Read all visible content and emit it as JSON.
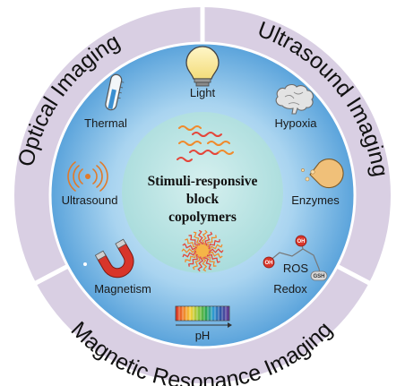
{
  "ring": {
    "optical": "Optical Imaging",
    "ultrasound": "Ultrasound Imaging",
    "mri": "Magnetic Resonance Imaging"
  },
  "center": {
    "line1": "Stimuli-responsive",
    "line2": "block",
    "line3": "copolymers"
  },
  "stimuli": {
    "light": "Light",
    "thermal": "Thermal",
    "hypoxia": "Hypoxia",
    "ultrasound": "Ultrasound",
    "enzymes": "Enzymes",
    "magnetism": "Magnetism",
    "redox": "Redox",
    "ros": "ROS",
    "ph": "pH"
  },
  "badges": {
    "oh": "OH",
    "gsh": "GSH"
  },
  "icons": {
    "light": "light-bulb-icon",
    "thermal": "thermometer-icon",
    "hypoxia": "brain-icon",
    "ultrasound": "sound-wave-icon",
    "enzymes": "enzyme-pacman-icon",
    "magnetism": "horseshoe-magnet-icon",
    "redox": "molecule-icon",
    "ph": "ph-scale-icon"
  },
  "colors": {
    "outer_ring": "#d9cfe3",
    "ring_border": "#ffffff",
    "inner_disc_edge": "#5aa3db",
    "inner_disc_center": "#d4ecf9",
    "core": "#bfe4e4",
    "polymer_orange": "#f08a2c",
    "polymer_red": "#e4463a",
    "magnet_red": "#d8352a"
  }
}
